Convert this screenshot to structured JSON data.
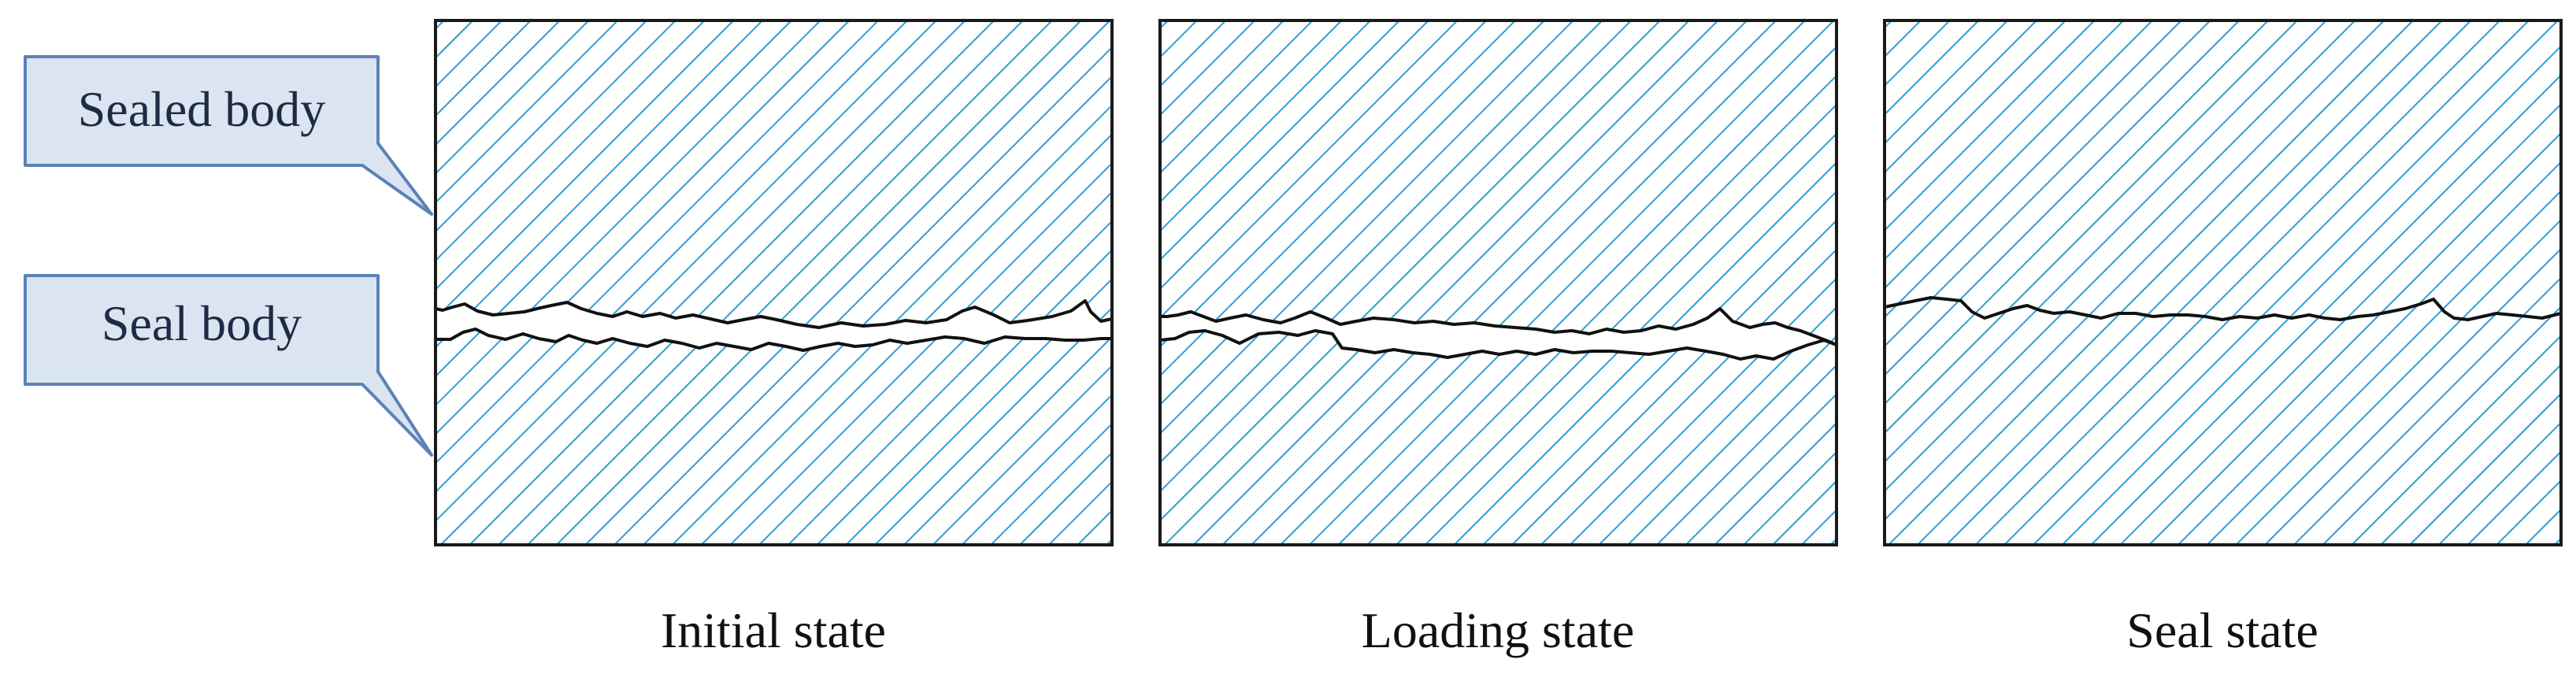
{
  "callouts": {
    "sealed_body": "Sealed body",
    "seal_body": "Seal body"
  },
  "panels": [
    {
      "caption": "Initial state"
    },
    {
      "caption": "Loading state"
    },
    {
      "caption": "Seal state"
    }
  ],
  "colors": {
    "hatch": "#2f9fd0",
    "callout_fill": "#dbe5f1",
    "callout_stroke": "#5b82b8",
    "outline": "#111111"
  }
}
